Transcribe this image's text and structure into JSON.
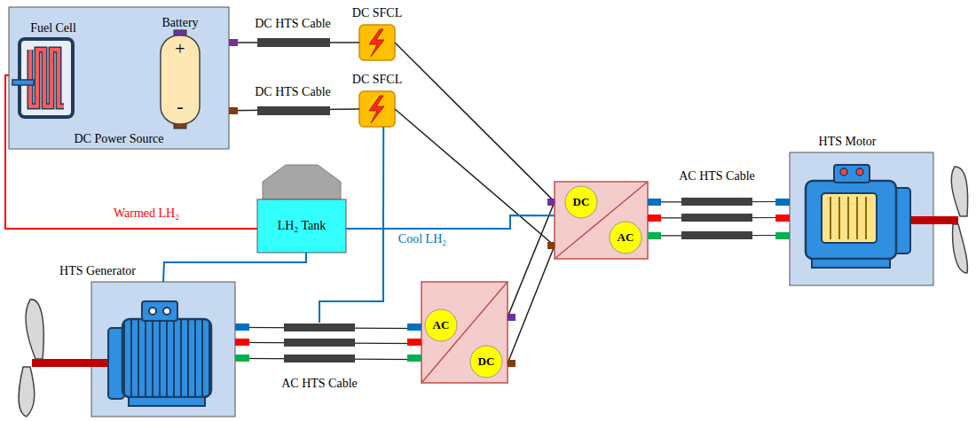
{
  "diagram": {
    "nodes": [
      {
        "text": [
          "DC Power Source"
        ]
      },
      {
        "text": [
          "DC SFCL"
        ]
      },
      {
        "text": [
          "DC SFCL"
        ]
      },
      {
        "text": [
          "LH₂ Tank"
        ]
      },
      {
        "text": [
          "HTS Generator"
        ]
      },
      {
        "text": [
          "AC",
          "DC"
        ]
      },
      {
        "text": [
          "DC",
          "AC"
        ]
      },
      {
        "text": [
          "HTS Motor"
        ]
      }
    ],
    "edges": [
      {
        "from": 0,
        "to": 1,
        "arrow": "none"
      },
      {
        "from": 0,
        "to": 2,
        "arrow": "none"
      },
      {
        "from": 1,
        "to": 6,
        "arrow": "none"
      },
      {
        "from": 2,
        "to": 6,
        "arrow": "none"
      },
      {
        "from": 5,
        "to": 6,
        "arrow": "none"
      },
      {
        "from": 5,
        "to": 6,
        "arrow": "none"
      },
      {
        "from": 4,
        "to": 5,
        "arrow": "none"
      },
      {
        "from": 6,
        "to": 7,
        "arrow": "none"
      },
      {
        "from": 3,
        "to": 0,
        "label": "Warmed LH₂",
        "arrow": "none"
      },
      {
        "from": 3,
        "to": 6,
        "label": "Cool LH₂",
        "arrow": "none"
      },
      {
        "from": 3,
        "to": 4,
        "arrow": "none"
      },
      {
        "from": 3,
        "to": 2,
        "arrow": "none"
      }
    ],
    "labels": [
      "Fuel Cell",
      "Battery",
      "+",
      "-",
      "DC HTS Cable",
      "DC HTS Cable",
      "AC HTS Cable",
      "AC HTS Cable"
    ]
  }
}
